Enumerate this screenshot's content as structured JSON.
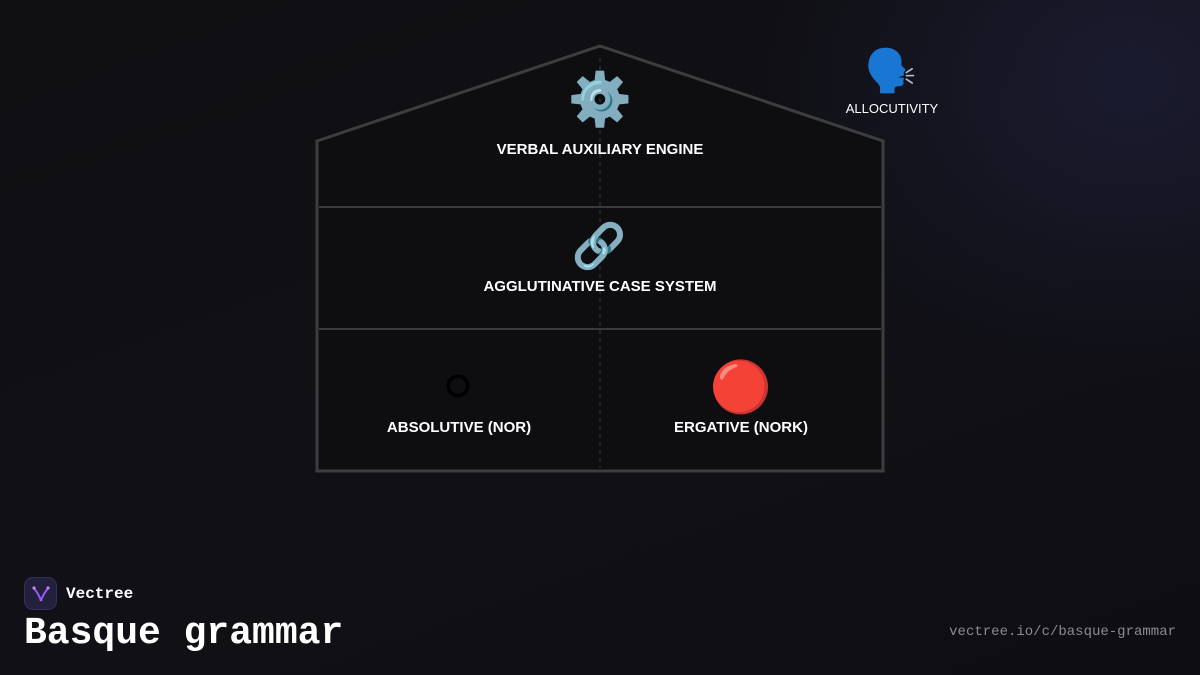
{
  "diagram": {
    "nodes": [
      {
        "id": "verbal",
        "icon": "gear-icon",
        "emoji": "⚙️",
        "label": "VERBAL AUXILIARY ENGINE"
      },
      {
        "id": "case",
        "icon": "link-icon",
        "emoji": "🔗",
        "label": "AGGLUTINATIVE CASE SYSTEM"
      },
      {
        "id": "absolutive",
        "icon": "white-circle-icon",
        "emoji": "⚪",
        "label": "ABSOLUTIVE (NOR)"
      },
      {
        "id": "ergative",
        "icon": "red-circle-icon",
        "emoji": "🔴",
        "label": "ERGATIVE (NORK)"
      },
      {
        "id": "allocutivity",
        "icon": "speaking-head-icon",
        "emoji": "🗣️",
        "label": "ALLOCUTIVITY"
      }
    ],
    "colors": {
      "outline": "#3d3d40",
      "divider": "#3a3a3e",
      "center_line": "#2f2f33"
    }
  },
  "brand": {
    "name": "Vectree",
    "icon": "vectree-logo-icon",
    "accent": "#8b5cf6"
  },
  "title": "Basque grammar",
  "url": "vectree.io/c/basque-grammar"
}
